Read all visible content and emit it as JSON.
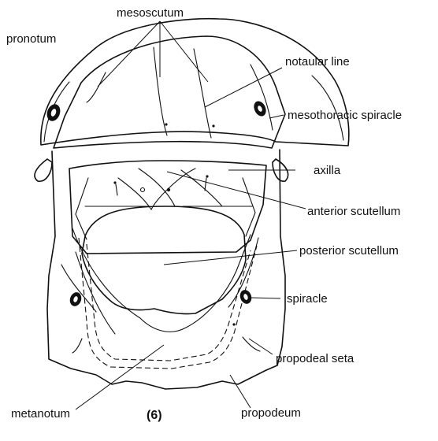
{
  "figure_number": "(6)",
  "labels": {
    "mesoscutum": "mesoscutum",
    "pronotum": "pronotum",
    "notaular_line": "notaular line",
    "mesothoracic_spiracle": "mesothoracic spiracle",
    "axilla": "axilla",
    "anterior_scutellum": "anterior scutellum",
    "posterior_scutellum": "posterior scutellum",
    "spiracle": "spiracle",
    "propodeal_seta": "propodeal seta",
    "metanotum": "metanotum",
    "propodeum": "propodeum"
  },
  "colors": {
    "ink": "#111111",
    "background": "#ffffff"
  }
}
